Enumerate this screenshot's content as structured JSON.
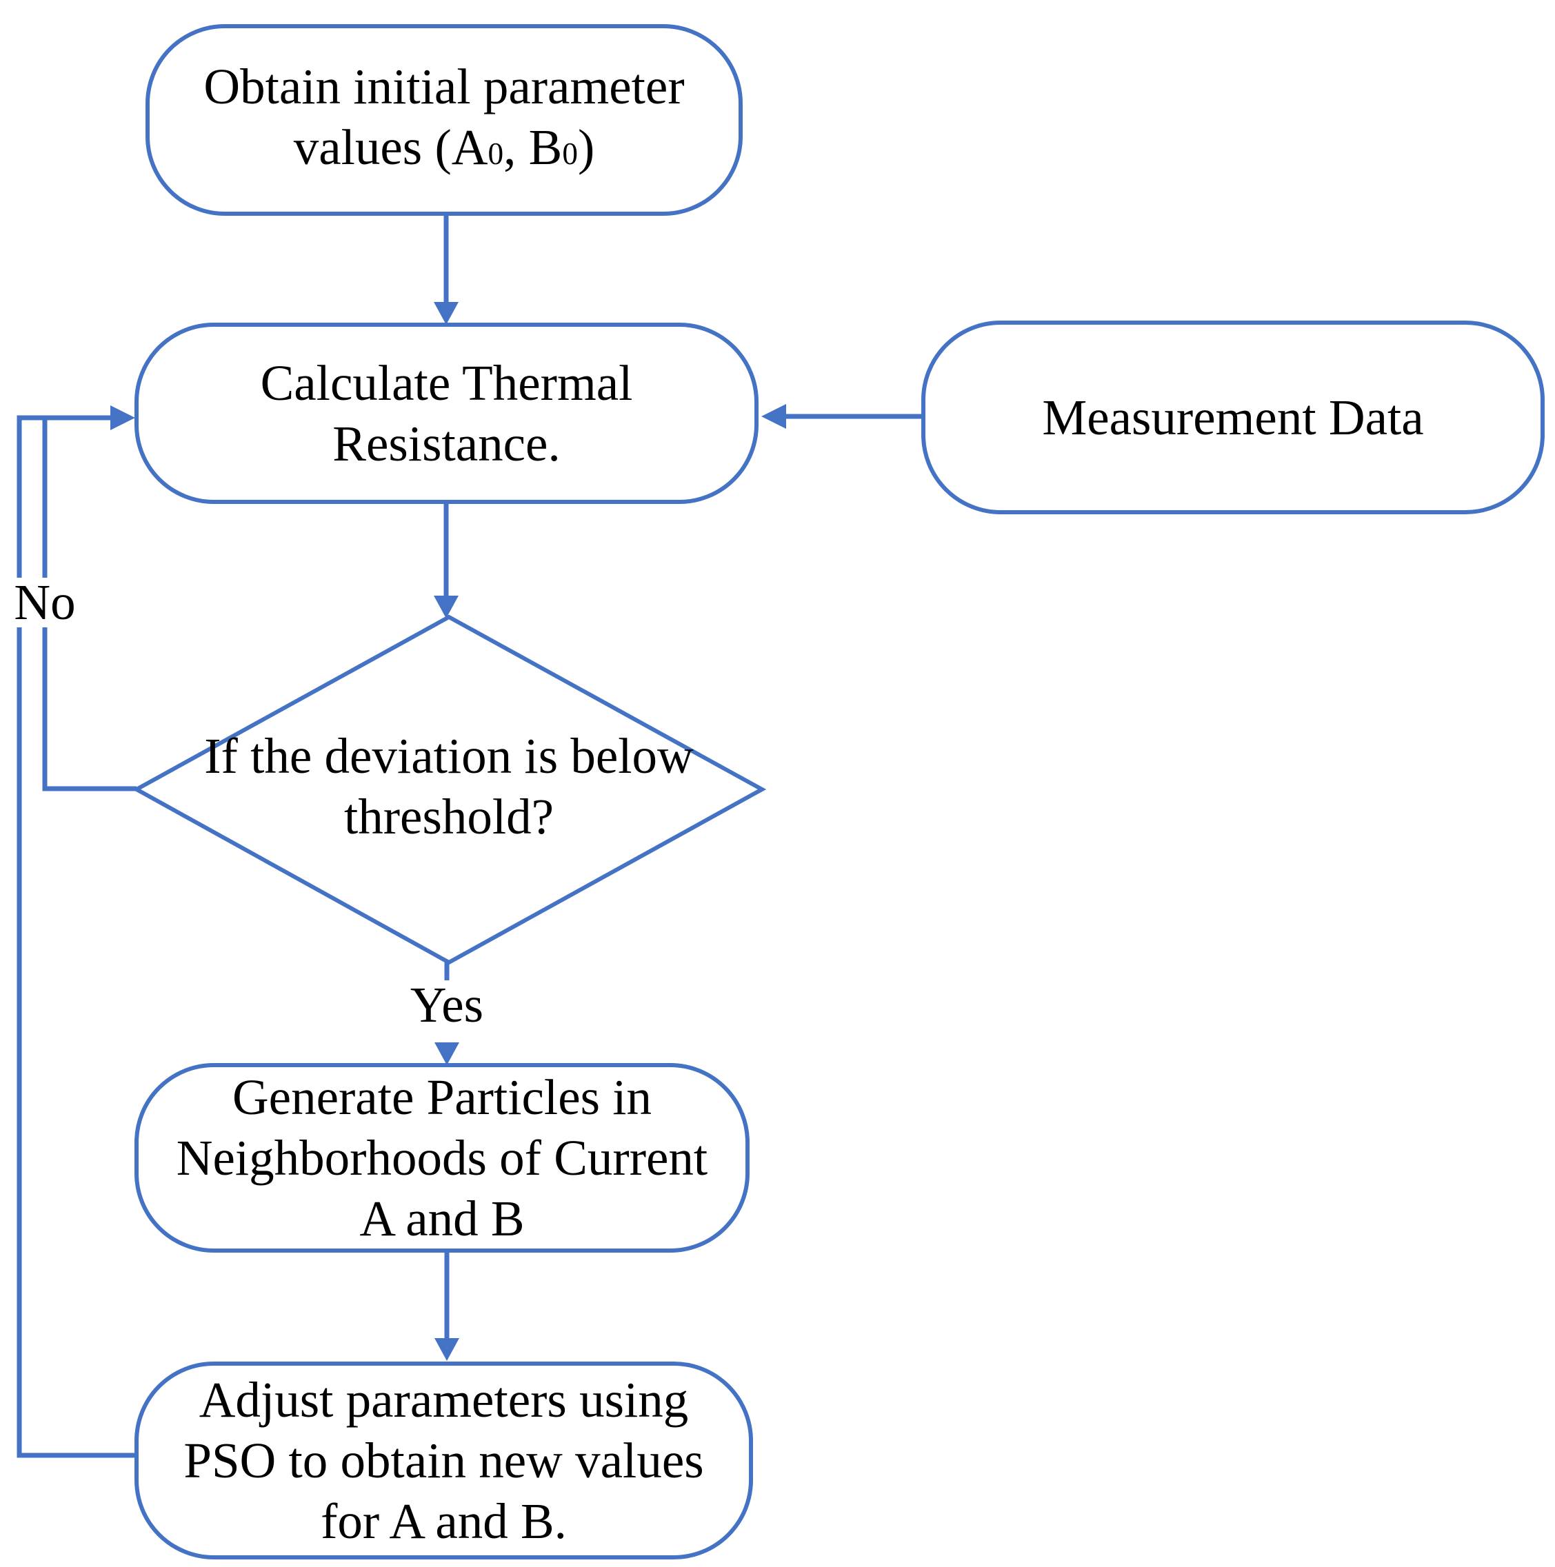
{
  "diagram": {
    "accent_color": "#4472C4",
    "nodes": {
      "obtain": {
        "line1": "Obtain initial parameter",
        "line2_pre": "values (A",
        "sub_a": "0",
        "line2_mid": ", B",
        "sub_b": "0",
        "line2_post": ")"
      },
      "calculate": {
        "line1": "Calculate Thermal",
        "line2": "Resistance."
      },
      "measurement": {
        "label": "Measurement Data"
      },
      "decision": {
        "line1": "If the deviation is below",
        "line2": "threshold?"
      },
      "generate": {
        "line1": "Generate Particles in",
        "line2": "Neighborhoods of Current",
        "line3": "A and B"
      },
      "adjust": {
        "line1": "Adjust parameters using",
        "line2": "PSO to obtain new values",
        "line3": "for A and B."
      }
    },
    "edge_labels": {
      "yes": "Yes",
      "no": "No"
    }
  }
}
